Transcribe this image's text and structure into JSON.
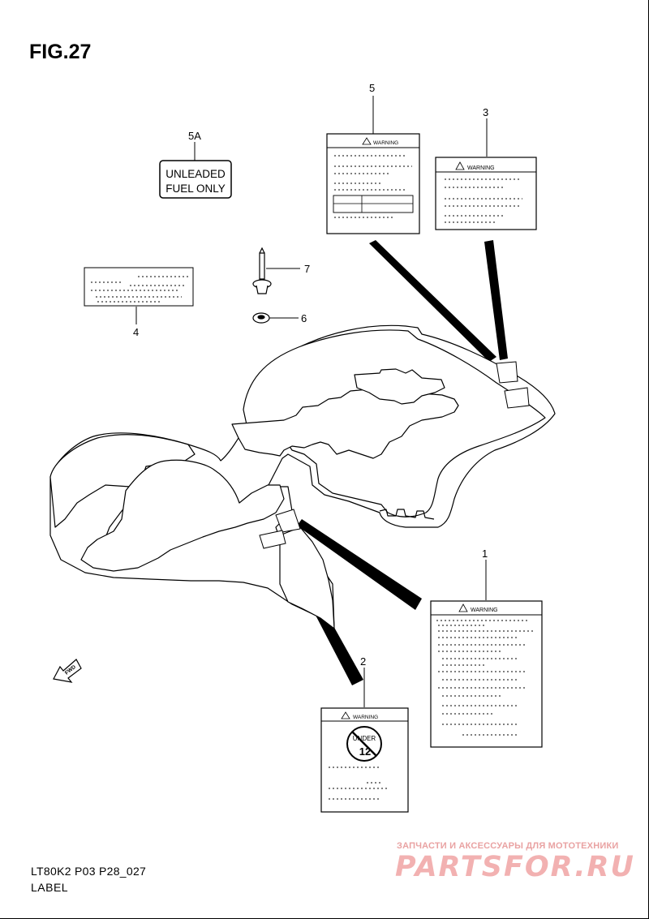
{
  "figure": {
    "title": "FIG.27",
    "model_code": "LT80K2 P03 P28_027",
    "section_name": "LABEL"
  },
  "callouts": {
    "c1": "1",
    "c2": "2",
    "c3": "3",
    "c4": "4",
    "c5": "5",
    "c5a": "5A",
    "c6": "6",
    "c7": "7"
  },
  "labels": {
    "fuel_line1": "UNLEADED",
    "fuel_line2": "FUEL ONLY",
    "warning_5": "WARNING",
    "warning_3": "WARNING",
    "warning_1": "WARNING",
    "warning_2": "WARNING",
    "under_text": "UNDER",
    "age_text": "12"
  },
  "fwd_arrow": "FWD",
  "watermark": {
    "line1": "ЗАПЧАСТИ И АКСЕССУАРЫ ДЛЯ МОТОТЕХНИКИ",
    "line2": "PARTSFOR.RU"
  }
}
